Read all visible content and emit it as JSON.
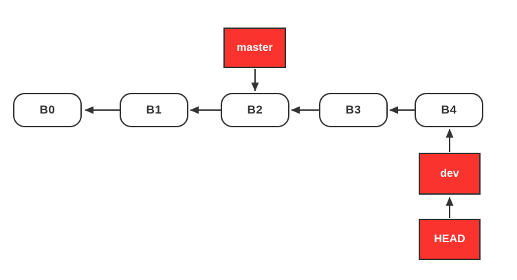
{
  "diagram": {
    "type": "git-commit-graph",
    "commits": [
      {
        "label": "B0"
      },
      {
        "label": "B1"
      },
      {
        "label": "B2"
      },
      {
        "label": "B3"
      },
      {
        "label": "B4"
      }
    ],
    "commit_edges": [
      {
        "from": "B1",
        "to": "B0"
      },
      {
        "from": "B2",
        "to": "B1"
      },
      {
        "from": "B3",
        "to": "B2"
      },
      {
        "from": "B4",
        "to": "B3"
      }
    ],
    "branches": [
      {
        "label": "master",
        "points_to": "B2"
      },
      {
        "label": "dev",
        "points_to": "B4"
      }
    ],
    "head": {
      "label": "HEAD",
      "points_to": "dev"
    },
    "colors": {
      "branch_fill": "#fa332e",
      "branch_text": "#ffffff",
      "node_fill": "#ffffff",
      "line": "#333333",
      "background": "#ffffff"
    }
  }
}
